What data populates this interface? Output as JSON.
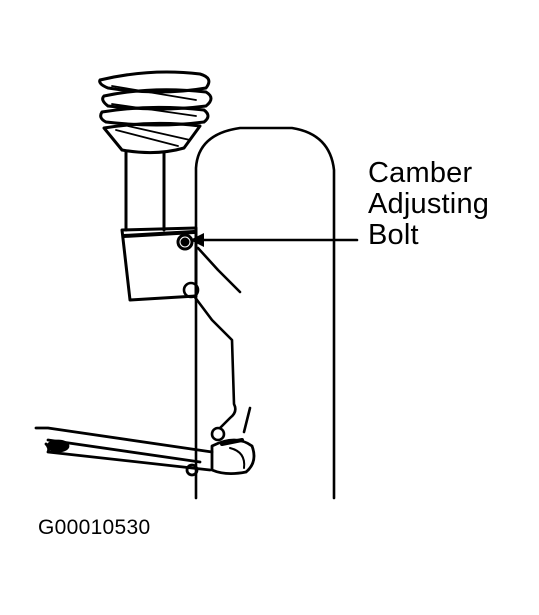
{
  "callout": {
    "line1": "Camber",
    "line2": "Adjusting",
    "line3": "Bolt"
  },
  "figure_id": "G00010530",
  "colors": {
    "ink": "#000000",
    "paper": "#ffffff"
  }
}
